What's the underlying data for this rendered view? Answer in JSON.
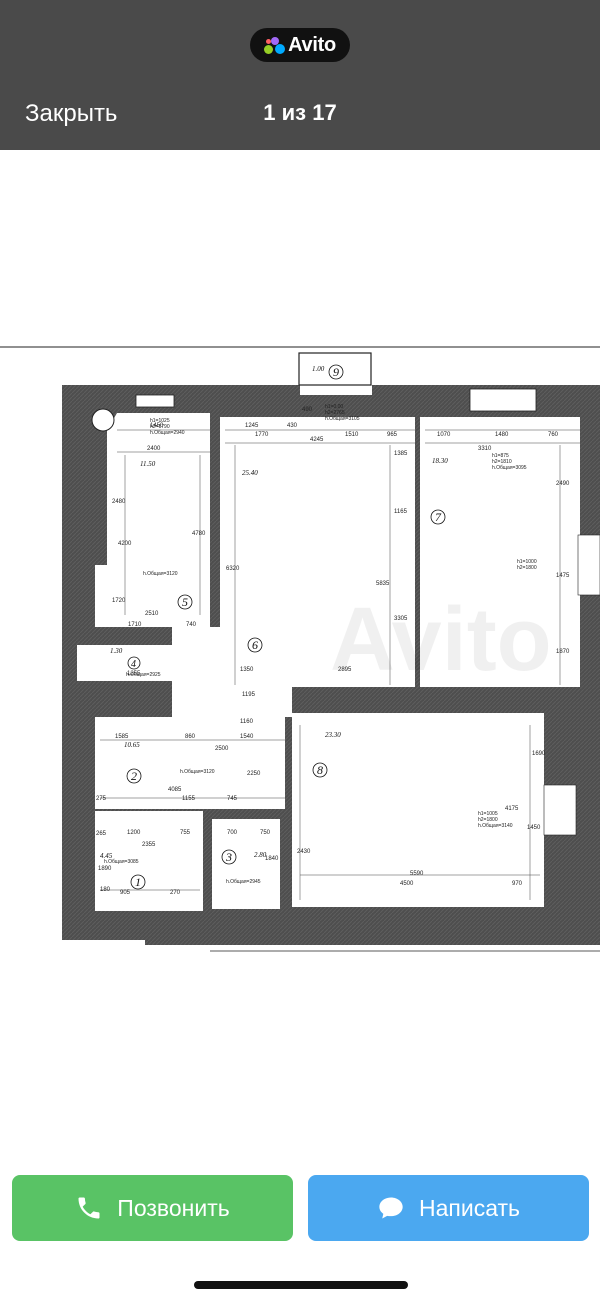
{
  "header": {
    "logo_text": "Avito",
    "close_label": "Закрыть",
    "counter": "1 из 17"
  },
  "logo_colors": [
    "#97cf26",
    "#a169f7",
    "#ff6163",
    "#00aaff"
  ],
  "plan": {
    "rooms": [
      {
        "num": "9",
        "area": "1.00"
      },
      {
        "num": "5",
        "area": "11.50"
      },
      {
        "num": "6",
        "area": "25.40"
      },
      {
        "num": "7",
        "area": "18.30"
      },
      {
        "num": "4",
        "area": "1.30"
      },
      {
        "num": "8",
        "area": "23.30"
      },
      {
        "num": "2",
        "area": "10.65"
      },
      {
        "num": "3",
        "area": "2.80"
      },
      {
        "num": "1",
        "area": "4.45"
      }
    ],
    "heights": {
      "room5": "h.Общая=3120",
      "room2": "h.Общая=3120",
      "room4": "h.Общая=2925",
      "room1": "h.Общая=3085",
      "room3": "h.Общая=2945"
    },
    "dims": {
      "d1450": "1450",
      "d2400": "2400",
      "d1245": "1245",
      "d1770": "1770",
      "d430": "430",
      "d4245": "4245",
      "d1510": "1510",
      "d965": "965",
      "d1070": "1070",
      "d1480": "1480",
      "d760": "760",
      "d3310": "3310",
      "d2490": "2490",
      "d1475": "1475",
      "d1870": "1870",
      "d5835": "5835",
      "d3305": "3305",
      "d1165": "1165",
      "d1385": "1385",
      "d6320": "6320",
      "d4780": "4780",
      "d4200": "4200",
      "d2480": "2480",
      "d1720": "1720",
      "d2510": "2510",
      "d1710": "1710",
      "d740": "740",
      "d1350": "1350",
      "d2895": "2895",
      "d1195": "1195",
      "d1585": "1585",
      "d860": "860",
      "d1540": "1540",
      "d1160": "1160",
      "d2500": "2500",
      "d4085": "4085",
      "d2250": "2250",
      "d1155": "1155",
      "d745": "745",
      "d1200": "1200",
      "d2355": "2355",
      "d755": "755",
      "d700": "700",
      "d750": "750",
      "d905": "905",
      "d270": "270",
      "d1840": "1840",
      "d1890": "1890",
      "d2430": "2430",
      "d5590": "5590",
      "d4500": "4500",
      "d970": "970",
      "d1690": "1690",
      "d4175": "4175",
      "d1450b": "1450",
      "d1255": "1255",
      "d275": "275",
      "d265": "265",
      "d180": "180",
      "d490": "490"
    },
    "window_notes": {
      "w9": "h1=0,00\nh2=2765\nh.Общая=3105",
      "w5": "h1=1025\nh2=1790\nh.Общая=2940",
      "w7": "h1=875\nh2=1810\nh.Общая=3095",
      "w7b": "h1=1000\nh2=1800",
      "w8": "h1=1005\nh2=1800\nh.Общая=3140"
    }
  },
  "actions": {
    "call_label": "Позвонить",
    "write_label": "Написать"
  }
}
